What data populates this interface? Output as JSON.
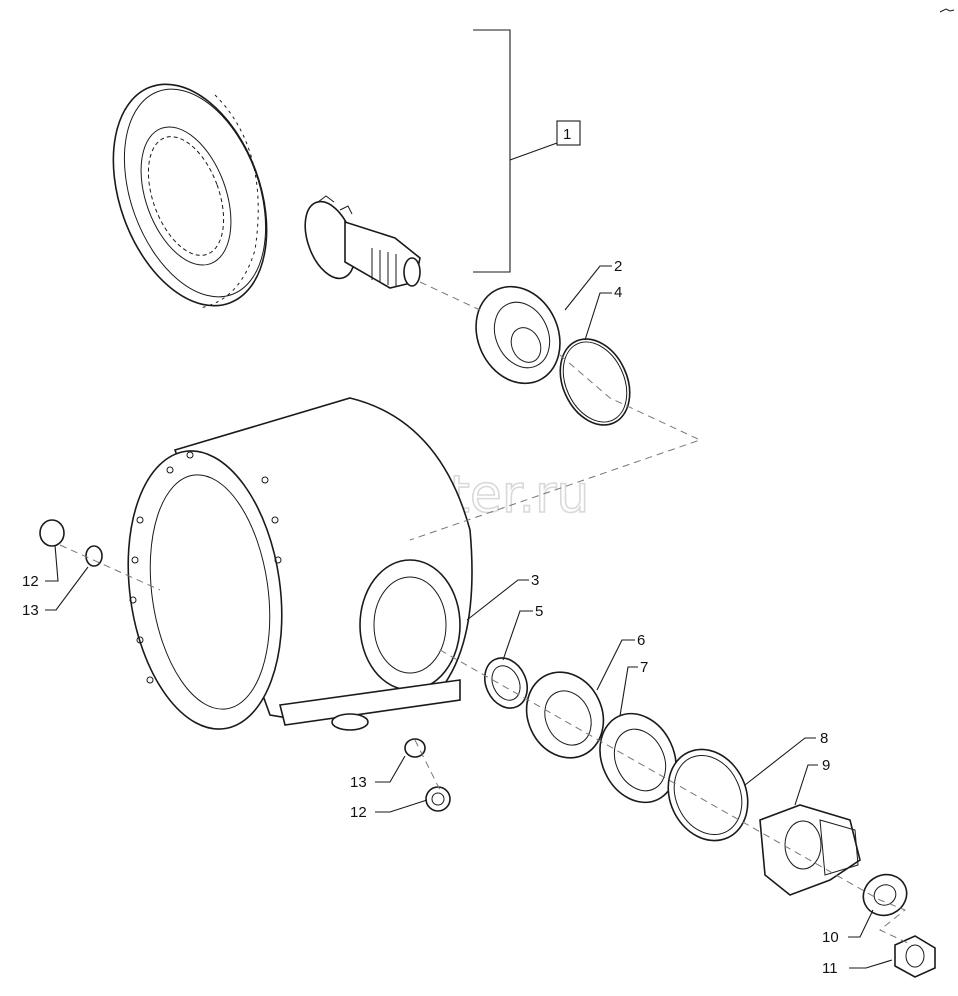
{
  "watermark": "autopiter.ru",
  "group_label": "1",
  "callouts": {
    "c2": "2",
    "c3": "3",
    "c4": "4",
    "c5": "5",
    "c6": "6",
    "c7": "7",
    "c8": "8",
    "c9": "9",
    "c10": "10",
    "c11": "11",
    "c12_top": "12",
    "c13_top": "13",
    "c13_bottom": "13",
    "c12_bottom": "12"
  },
  "icons": {
    "watermark_logo": "autopiter-arrow-logo"
  },
  "colors": {
    "ink": "#1a1a1a",
    "watermark": "#d9d9d9",
    "background": "#ffffff"
  }
}
